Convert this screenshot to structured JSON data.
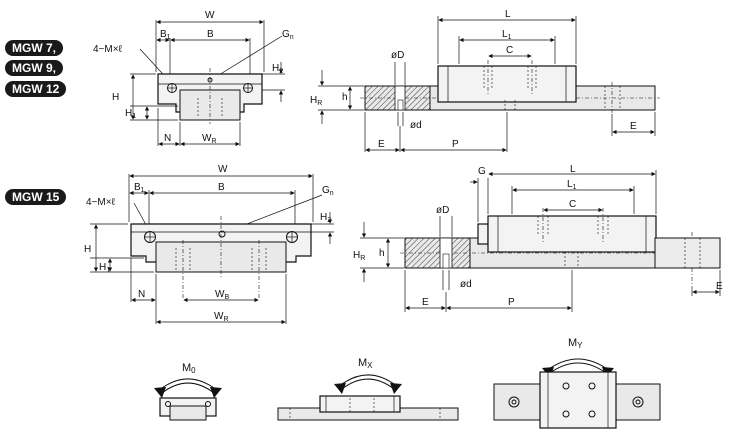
{
  "badges": {
    "mgw7": "MGW 7,",
    "mgw9": "MGW 9,",
    "mgw12": "MGW 12",
    "mgw15": "MGW 15"
  },
  "labels": {
    "W": "W",
    "B": "B",
    "B1": "B",
    "B1_sub": "1",
    "G": "G",
    "Gn_sub": "n",
    "mount": "4−M×ℓ",
    "H": "H",
    "H1": "H",
    "H1_sub": "1",
    "H2": "H",
    "H2_sub": "2",
    "N": "N",
    "WR": "W",
    "R_sub": "R",
    "WB": "W",
    "B_sub": "B",
    "L": "L",
    "L1": "L",
    "L1_sub": "1",
    "C": "C",
    "phiD": "øD",
    "phid": "ød",
    "HR": "H",
    "h": "h",
    "E": "E",
    "P": "P",
    "Gtop": "G",
    "M0": "M",
    "M0_sub": "0",
    "MX": "M",
    "MX_sub": "X",
    "MY": "M",
    "MY_sub": "Y"
  }
}
